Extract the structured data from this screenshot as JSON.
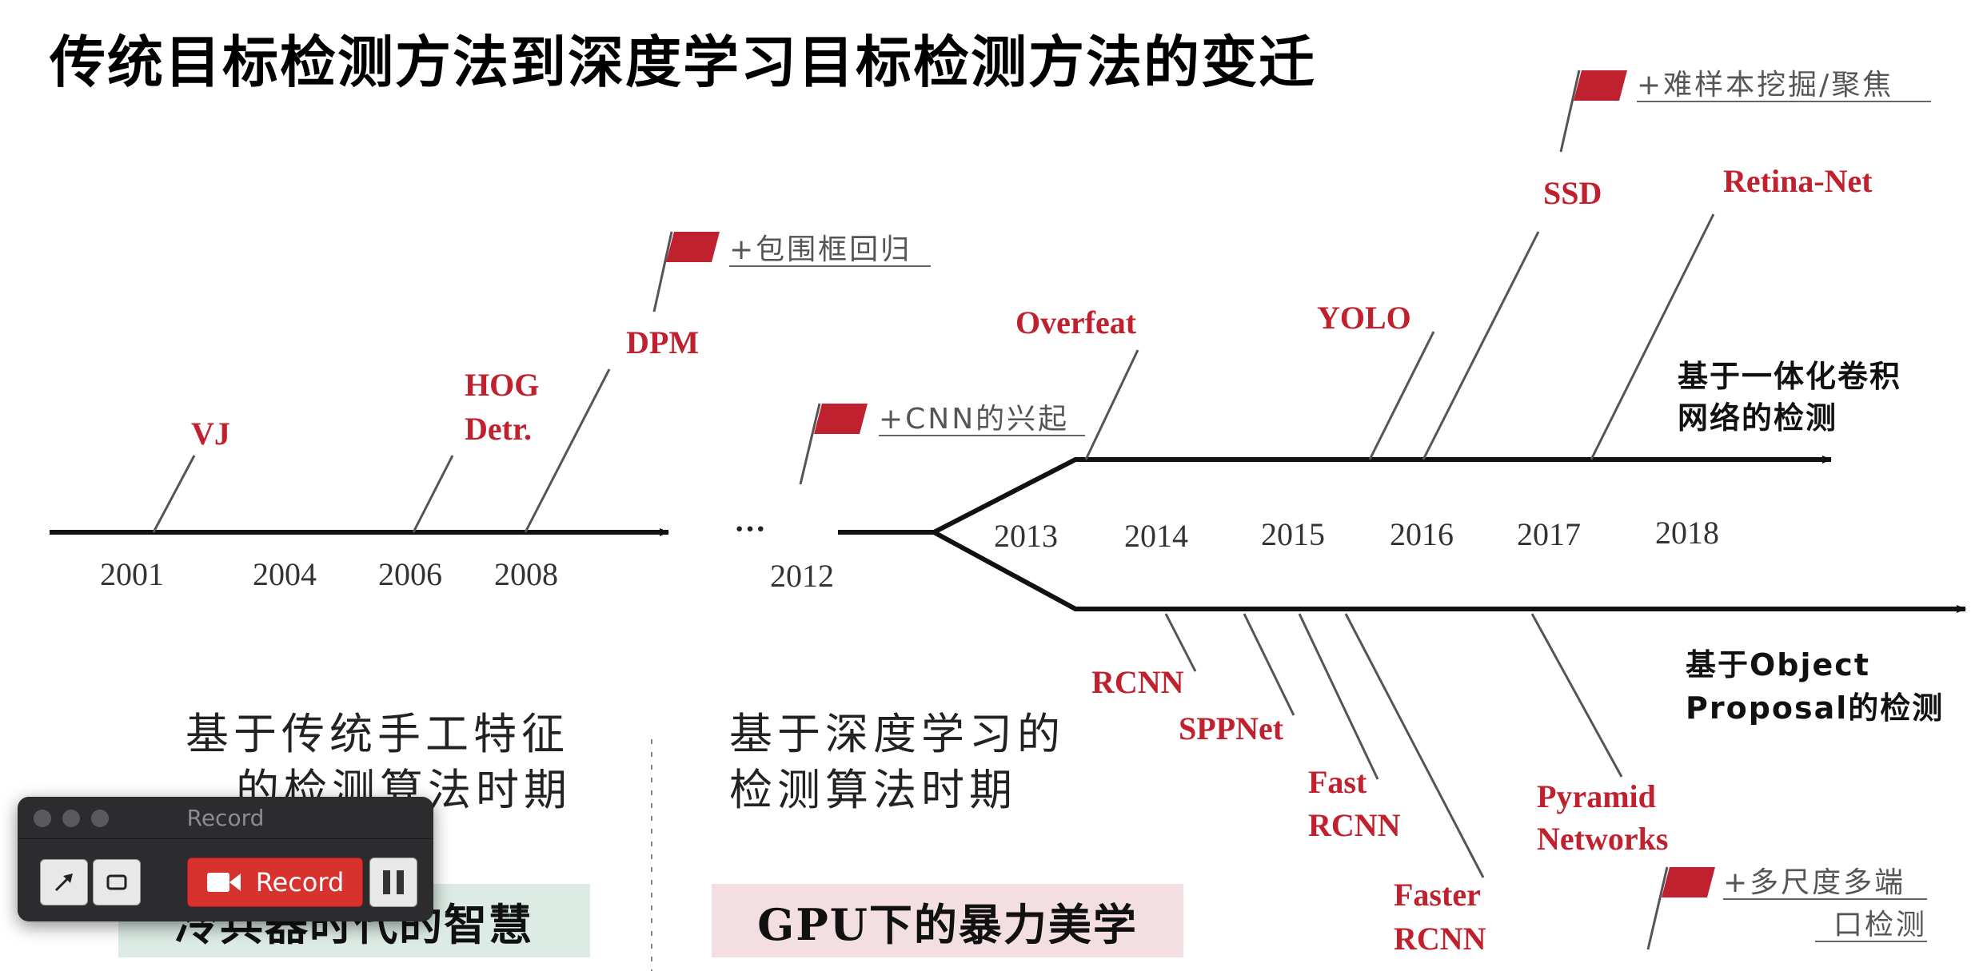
{
  "title": "传统目标检测方法到深度学习目标检测方法的变迁",
  "colors": {
    "accent": "#c0212f",
    "line": "#111111",
    "tag": "#555555"
  },
  "years": {
    "y2001": "2001",
    "y2004": "2004",
    "y2006": "2006",
    "y2008": "2008",
    "y2012": "2012",
    "y2013": "2013",
    "y2014": "2014",
    "y2015": "2015",
    "y2016": "2016",
    "y2017": "2017",
    "y2018": "2018"
  },
  "ellipsis": "···",
  "methods": {
    "vj": "VJ",
    "hog_1": "HOG",
    "hog_2": "Detr.",
    "dpm": "DPM",
    "overfeat": "Overfeat",
    "yolo": "YOLO",
    "ssd": "SSD",
    "retina": "Retina-Net",
    "rcnn": "RCNN",
    "sppnet": "SPPNet",
    "fast_1": "Fast",
    "fast_2": "RCNN",
    "faster_1": "Faster",
    "faster_2": "RCNN",
    "pyramid_1": "Pyramid",
    "pyramid_2": "Networks"
  },
  "milestones": {
    "bbox_regression": "+包围框回归",
    "cnn_rise": "+CNN的兴起",
    "hard_mining": "+难样本挖掘/聚焦",
    "multiscale_1": "+多尺度多端",
    "multiscale_2": "口检测"
  },
  "branches": {
    "one_stage_1": "基于一体化卷积",
    "one_stage_2": "网络的检测",
    "two_stage_1": "基于Object",
    "two_stage_2": "Proposal的检测"
  },
  "periods": {
    "traditional_1": "基于传统手工特征",
    "traditional_2": "的检测算法时期",
    "deep_1": "基于深度学习的",
    "deep_2": "检测算法时期"
  },
  "eras": {
    "traditional": "冷兵器时代的智慧",
    "deep": "GPU下的暴力美学"
  },
  "record_widget": {
    "title": "Record",
    "record_label": "Record",
    "icons": [
      "arrow-tool-icon",
      "rectangle-tool-icon",
      "video-camera-icon",
      "pause-icon"
    ]
  }
}
